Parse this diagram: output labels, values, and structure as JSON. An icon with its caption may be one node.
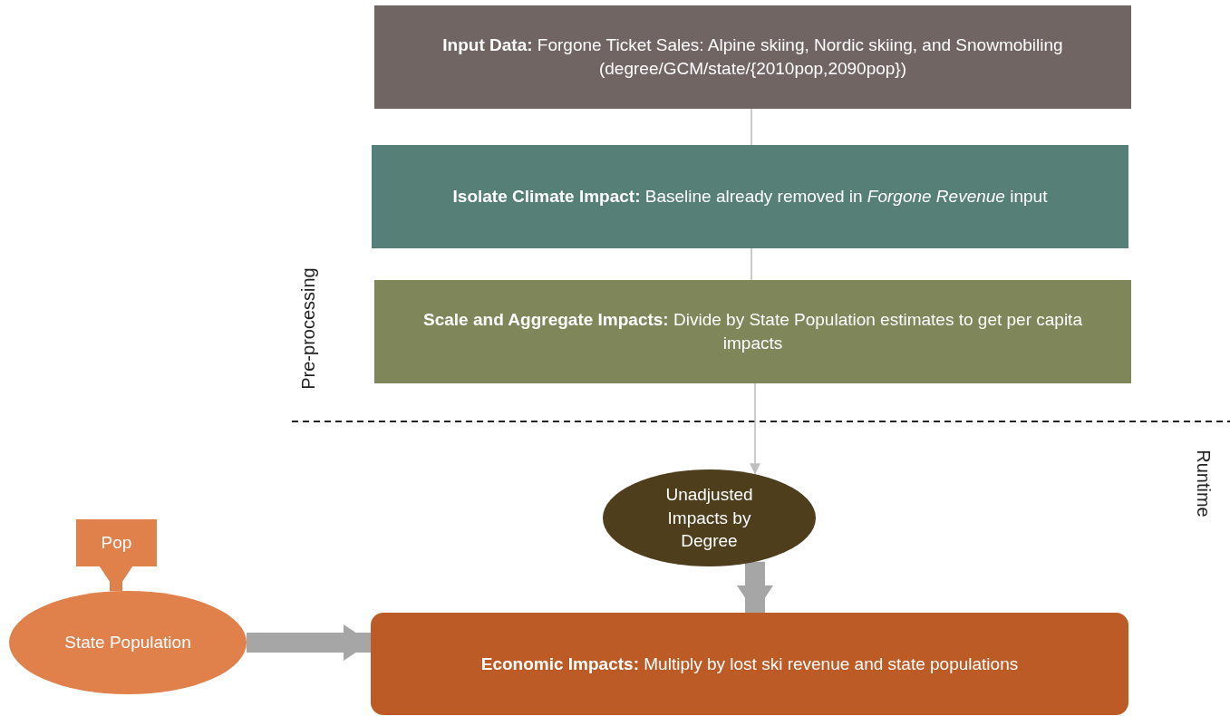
{
  "diagram": {
    "nodes": [
      {
        "text": [
          "**Input Data:** Forgone Ticket Sales: Alpine skiing, Nordic skiing, and Snowmobiling (degree/GCM/state/{2010pop,2090pop})"
        ]
      },
      {
        "text": [
          "**Isolate Climate Impact:** Baseline already removed in *Forgone Revenue* input"
        ]
      },
      {
        "text": [
          "**Scale and Aggregate Impacts:** Divide by State Population estimates to get per capita impacts"
        ]
      },
      {
        "text": [
          "Unadjusted Impacts by Degree"
        ]
      },
      {
        "text": [
          "Pop"
        ]
      },
      {
        "text": [
          "State Population"
        ]
      },
      {
        "text": [
          "**Economic Impacts:** Multiply by lost ski revenue  and state populations"
        ]
      }
    ],
    "edges": [
      {
        "from": 0,
        "to": 1,
        "arrow": "none"
      },
      {
        "from": 1,
        "to": 2,
        "arrow": "none"
      },
      {
        "from": 2,
        "to": 3,
        "arrow": "to"
      },
      {
        "from": 3,
        "to": 6,
        "arrow": "to",
        "style": "thick"
      },
      {
        "from": 5,
        "to": 6,
        "arrow": "to",
        "style": "thick"
      },
      {
        "from": 4,
        "to": 5,
        "arrow": "to",
        "style": "thick",
        "color": "#e0804a"
      }
    ],
    "labels": [
      "Pre-processing",
      "Runtime"
    ]
  }
}
